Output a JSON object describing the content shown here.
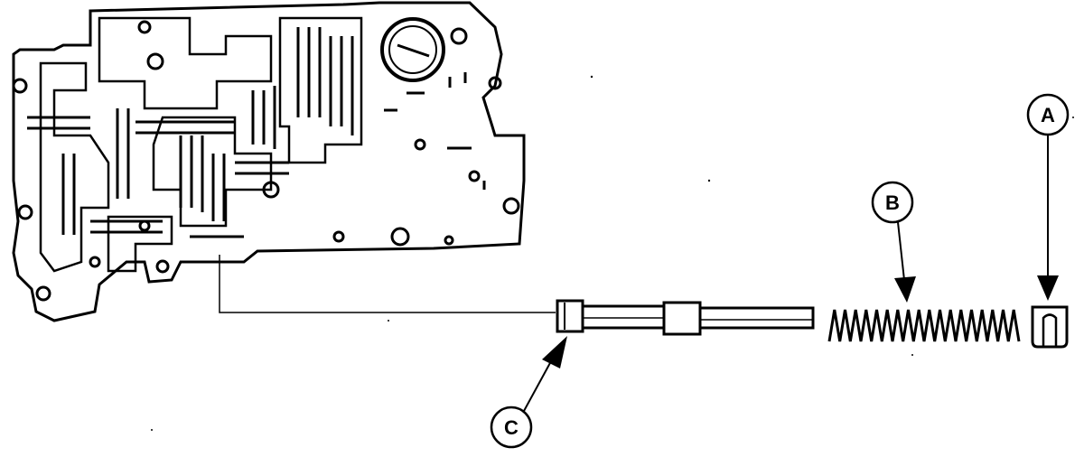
{
  "callouts": [
    {
      "id": "A",
      "label": "A",
      "part": "retainer clip"
    },
    {
      "id": "B",
      "label": "B",
      "part": "spring"
    },
    {
      "id": "C",
      "label": "C",
      "part": "valve"
    }
  ]
}
